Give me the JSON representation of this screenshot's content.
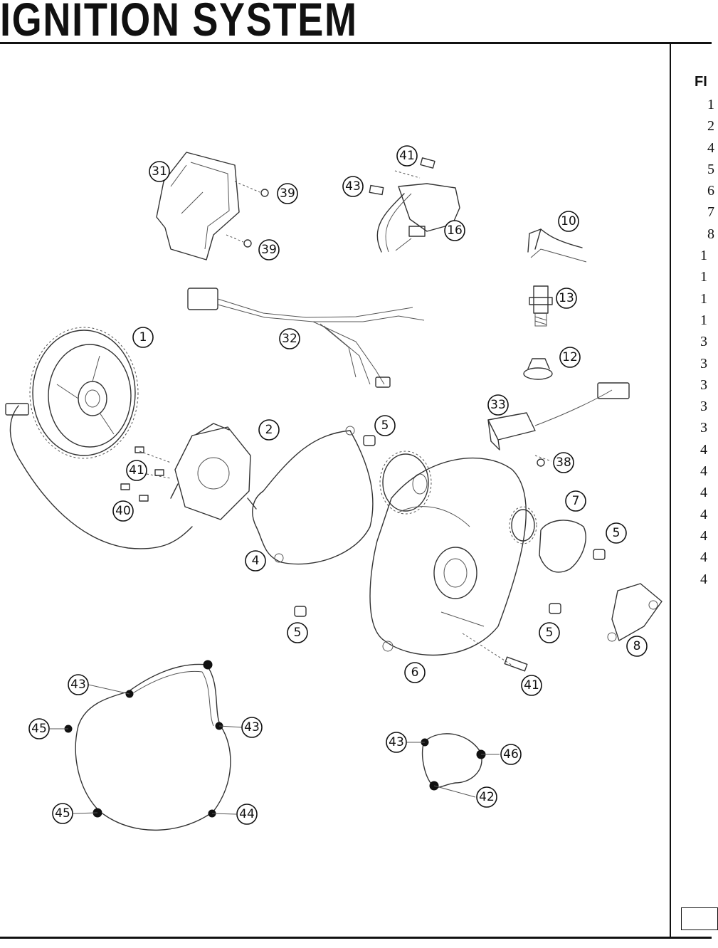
{
  "header": {
    "title": "IGNITION SYSTEM"
  },
  "side_panel": {
    "heading": "FI",
    "items": [
      "1",
      "2",
      "4",
      "5",
      "6",
      "7",
      "8",
      "1",
      "1",
      "1",
      "1",
      "3",
      "3",
      "3",
      "3",
      "3",
      "4",
      "4",
      "4",
      "4",
      "4",
      "4",
      "4"
    ]
  },
  "callouts": {
    "c1": "1",
    "c2": "2",
    "c4": "4",
    "c5a": "5",
    "c5b": "5",
    "c5c": "5",
    "c5d": "5",
    "c6": "6",
    "c7": "7",
    "c8": "8",
    "c10": "10",
    "c12": "12",
    "c13": "13",
    "c16": "16",
    "c31": "31",
    "c32": "32",
    "c33": "33",
    "c38": "38",
    "c39a": "39",
    "c39b": "39",
    "c40": "40",
    "c41a": "41",
    "c41b": "41",
    "c41c": "41",
    "c42": "42",
    "c43a": "43",
    "c43b": "43",
    "c43c": "43",
    "c43d": "43",
    "c44": "44",
    "c45a": "45",
    "c45b": "45",
    "c46": "46"
  }
}
